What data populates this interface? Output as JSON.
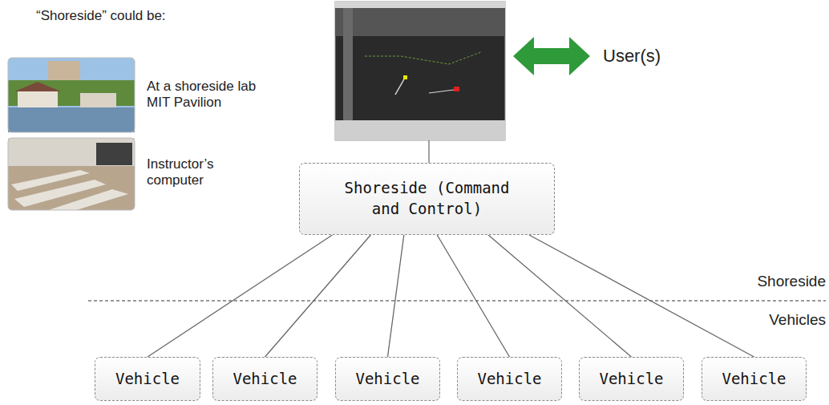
{
  "diagram": {
    "nodes": [
      {
        "text": [
          "Shoreside (Command and Control)"
        ]
      },
      {
        "text": [
          "Vehicle"
        ]
      },
      {
        "text": [
          "Vehicle"
        ]
      },
      {
        "text": [
          "Vehicle"
        ]
      },
      {
        "text": [
          "Vehicle"
        ]
      },
      {
        "text": [
          "Vehicle"
        ]
      },
      {
        "text": [
          "Vehicle"
        ]
      }
    ],
    "edges": [
      {
        "from": 0,
        "to": 1,
        "arrow": "none"
      },
      {
        "from": 0,
        "to": 2,
        "arrow": "none"
      },
      {
        "from": 0,
        "to": 3,
        "arrow": "none"
      },
      {
        "from": 0,
        "to": 4,
        "arrow": "none"
      },
      {
        "from": 0,
        "to": 5,
        "arrow": "none"
      },
      {
        "from": 0,
        "to": 6,
        "arrow": "none"
      }
    ],
    "labels": [
      "“Shoreside” could be:",
      "At a shoreside lab MIT Pavilion",
      "Instructor’s computer",
      "User(s)",
      "Shoreside",
      "Vehicles"
    ]
  }
}
